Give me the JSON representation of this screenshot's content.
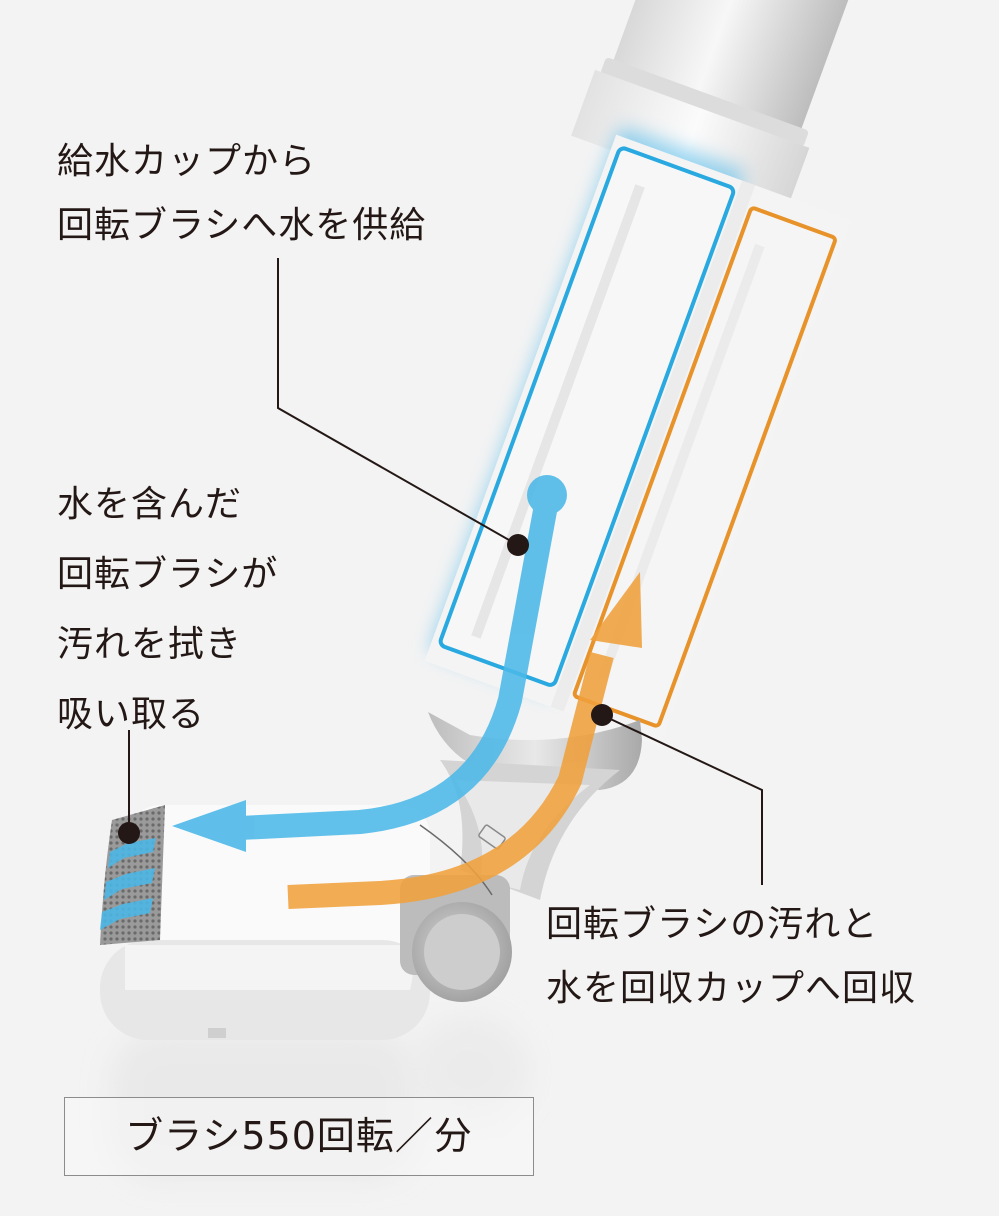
{
  "callouts": {
    "supply": {
      "lines": [
        "給水カップから",
        "回転ブラシへ水を供給"
      ]
    },
    "wipe": {
      "lines": [
        "水を含んだ",
        "回転ブラシが",
        "汚れを拭き",
        "吸い取る"
      ]
    },
    "collect": {
      "lines": [
        "回転ブラシの汚れと",
        "水を回収カップへ回収"
      ]
    }
  },
  "badge": {
    "text": "ブラシ550回転／分"
  },
  "colors": {
    "background": "#f3f3f3",
    "text": "#231815",
    "water_flow": "#4bb8e8",
    "dirty_flow": "#f0a03c",
    "supply_cup_outline": "#29a9e0",
    "collect_cup_outline": "#e8922a",
    "leader_line": "#231815"
  },
  "icons": {
    "supply_flow": "blue-arrow-left",
    "collect_flow": "orange-arrow-up",
    "callout_dot": "black-dot"
  }
}
